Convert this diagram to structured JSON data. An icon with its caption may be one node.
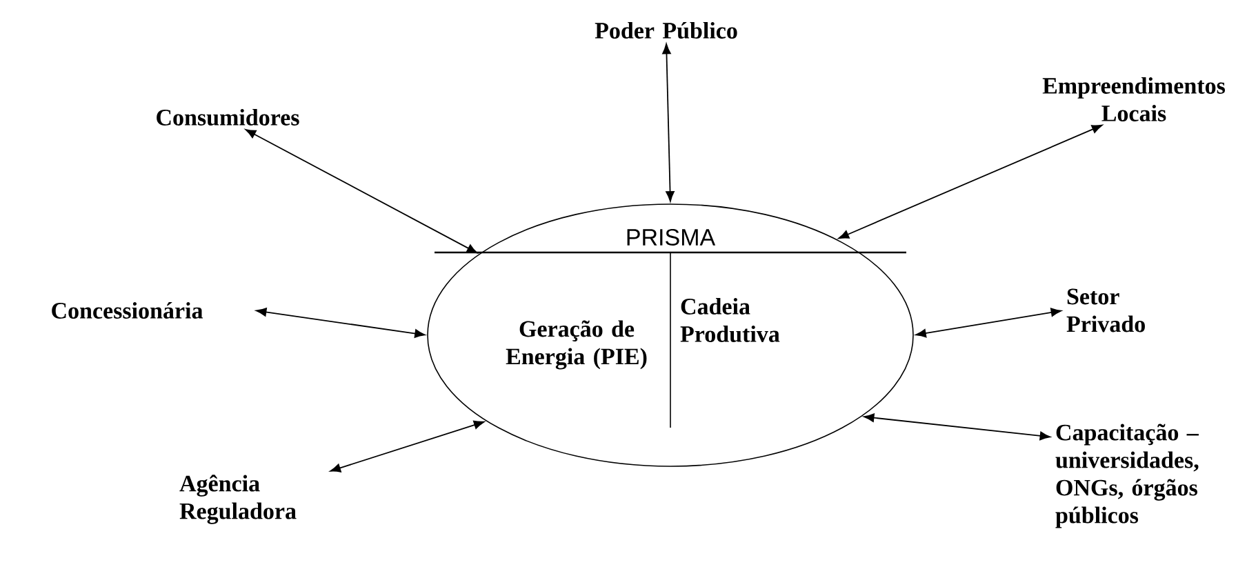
{
  "diagram": {
    "nodes": [
      {
        "text": [
          "PRISMA"
        ]
      },
      {
        "text": [
          "Geração de Energia (PIE)"
        ],
        "in": 0
      },
      {
        "text": [
          "Cadeia Produtiva"
        ],
        "in": 0
      },
      {
        "text": [
          "Poder Público"
        ]
      },
      {
        "text": [
          "Consumidores"
        ]
      },
      {
        "text": [
          "Empreendimentos Locais"
        ]
      },
      {
        "text": [
          "Concessionária"
        ]
      },
      {
        "text": [
          "Setor Privado"
        ]
      },
      {
        "text": [
          "Agência Reguladora"
        ]
      },
      {
        "text": [
          "Capacitação – universidades, ONGs, órgãos públicos"
        ]
      }
    ],
    "edges": [
      {
        "from": 3,
        "to": 0,
        "arrow": "both"
      },
      {
        "from": 4,
        "to": 0,
        "arrow": "both"
      },
      {
        "from": 5,
        "to": 0,
        "arrow": "both"
      },
      {
        "from": 6,
        "to": 0,
        "arrow": "both"
      },
      {
        "from": 7,
        "to": 0,
        "arrow": "both"
      },
      {
        "from": 8,
        "to": 0,
        "arrow": "both"
      },
      {
        "from": 9,
        "to": 0,
        "arrow": "both"
      }
    ]
  }
}
